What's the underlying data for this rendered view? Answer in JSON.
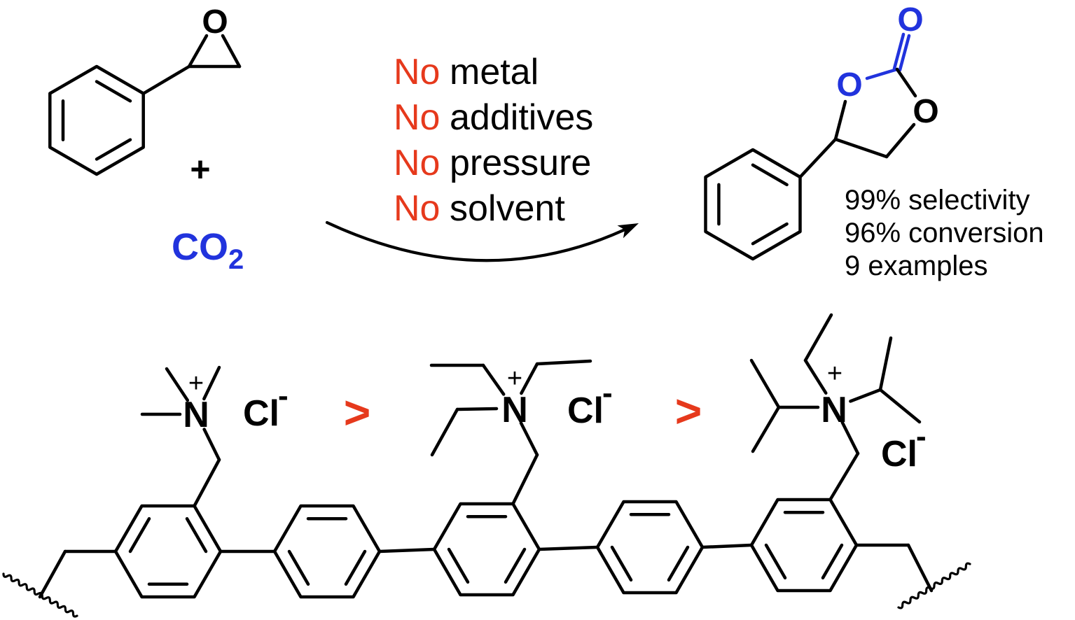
{
  "colors": {
    "accent_red": "#e6391c",
    "accent_blue": "#2133dd",
    "ink": "#000000"
  },
  "reactants": {
    "epoxide_oxygen": "O",
    "plus_sign": "+",
    "co2_formula": "CO",
    "co2_subscript": "2"
  },
  "conditions": [
    {
      "no": "No",
      "rest": "metal"
    },
    {
      "no": "No",
      "rest": "additives"
    },
    {
      "no": "No",
      "rest": "pressure"
    },
    {
      "no": "No",
      "rest": "solvent"
    }
  ],
  "product": {
    "oxygen_top": "O",
    "oxygen_left": "O",
    "oxygen_right": "O",
    "results": [
      "99% selectivity",
      "96% conversion",
      "9 examples"
    ]
  },
  "catalysts": {
    "separator": ">",
    "ammonium": [
      {
        "nitrogen": "N",
        "charge": "+",
        "anion": "Cl",
        "anion_charge": "-"
      },
      {
        "nitrogen": "N",
        "charge": "+",
        "anion": "Cl",
        "anion_charge": "-"
      },
      {
        "nitrogen": "N",
        "charge": "+",
        "anion": "Cl",
        "anion_charge": "-"
      }
    ]
  }
}
